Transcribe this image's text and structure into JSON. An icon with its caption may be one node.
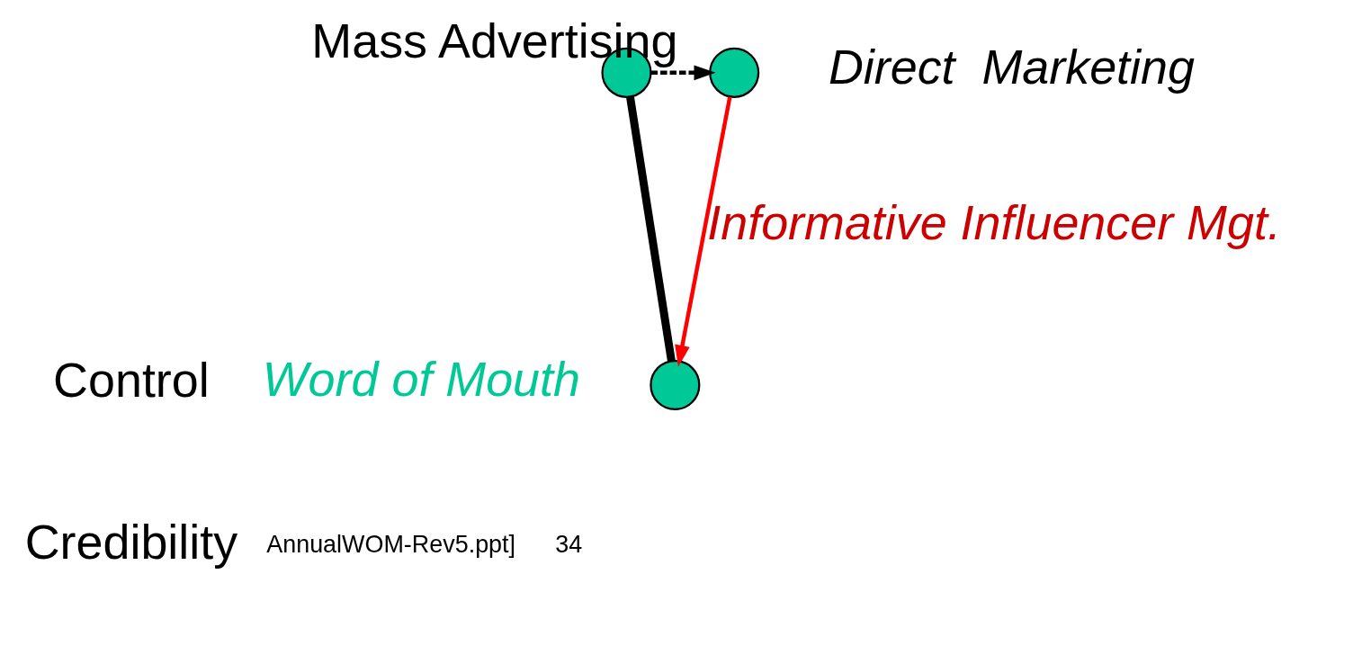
{
  "diagram": {
    "nodes": [
      {
        "text": [],
        "shape": "circle"
      },
      {
        "text": [],
        "shape": "circle",
        "beside": [
          "Direct  Marketing"
        ]
      },
      {
        "text": [],
        "shape": "circle",
        "beside": [
          "Word of Mouth"
        ]
      }
    ],
    "edges": [
      {
        "from": 0,
        "to": 1,
        "arrow": "to",
        "style": "dashed",
        "label": "Mass Advertising"
      },
      {
        "from": 1,
        "to": 2,
        "arrow": "to",
        "color": "#ff0000",
        "label": "Informative Influencer Mgt."
      },
      {
        "from": 0,
        "to": 2,
        "arrow": "none",
        "style": "thick"
      }
    ],
    "labels": [
      "Control",
      "Credibility",
      "AnnualWOM-Rev5.ppt]",
      "34"
    ]
  }
}
